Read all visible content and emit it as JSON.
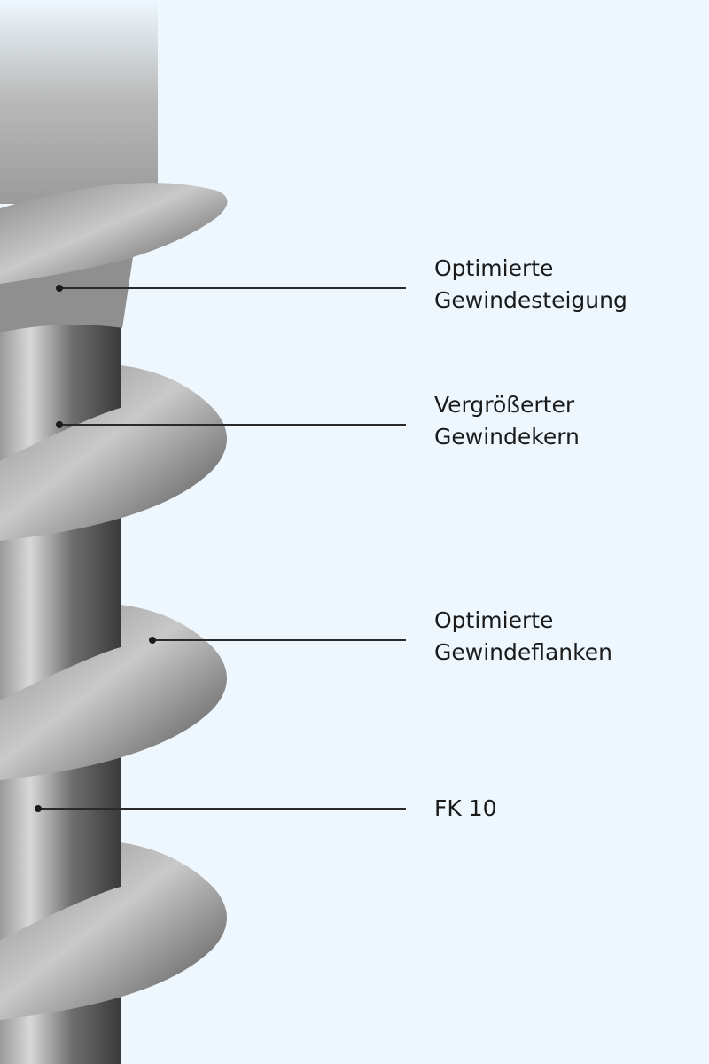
{
  "labels": [
    {
      "line1": "Optimierte",
      "line2": "Gewindesteigung"
    },
    {
      "line1": "Vergrößerter",
      "line2": "Gewindekern"
    },
    {
      "line1": "Optimierte",
      "line2": "Gewindeflanken"
    },
    {
      "line1": "FK 10",
      "line2": ""
    }
  ],
  "colors": {
    "background": "#edf7fd",
    "text": "#1b1b1b",
    "leader": "#2a2a2a"
  }
}
